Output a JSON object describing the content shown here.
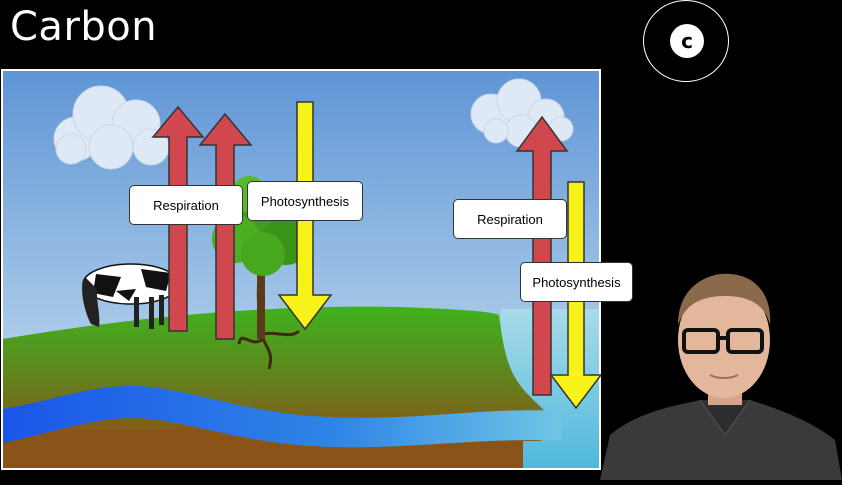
{
  "slide": {
    "title": "Carbon",
    "logo_letter": "c"
  },
  "diagram": {
    "labels": {
      "respiration_left": "Respiration",
      "photosynthesis_left": "Photosynthesis",
      "respiration_right": "Respiration",
      "photosynthesis_right": "Photosynthesis"
    },
    "colors": {
      "sky": "#7fb0e0",
      "land": "#3fa81f",
      "soil": "#8a5a1e",
      "river": "#1f6fe8",
      "ocean": "#6ac7e0",
      "respiration_arrow": "#d0484e",
      "photosynthesis_arrow": "#f7f21a",
      "cloud": "#dde8f5"
    }
  }
}
